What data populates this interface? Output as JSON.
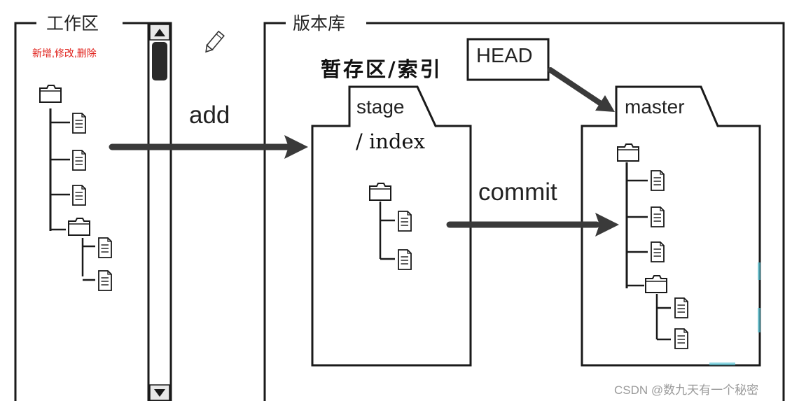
{
  "workspace": {
    "title": "工作区",
    "note": "新增,修改,删除"
  },
  "arrows": {
    "add": "add",
    "commit": "commit"
  },
  "repository": {
    "title": "版本库",
    "staging_label": "暂存区/索引",
    "head_label": "HEAD",
    "stage_tab": "stage",
    "index_label": "/ index",
    "master_tab": "master"
  },
  "watermark": "CSDN @数九天有一个秘密",
  "colors": {
    "line": "#1a1a1a",
    "note": "#e0211b",
    "arrow": "#3a3a3a",
    "scroll_thumb": "#2a2a2a",
    "watermark": "#9a9a9a",
    "accent_cyan": "#58c4d6"
  },
  "icons": [
    "folder-icon",
    "file-icon",
    "pencil-icon",
    "scroll-up-icon",
    "scroll-down-icon"
  ]
}
